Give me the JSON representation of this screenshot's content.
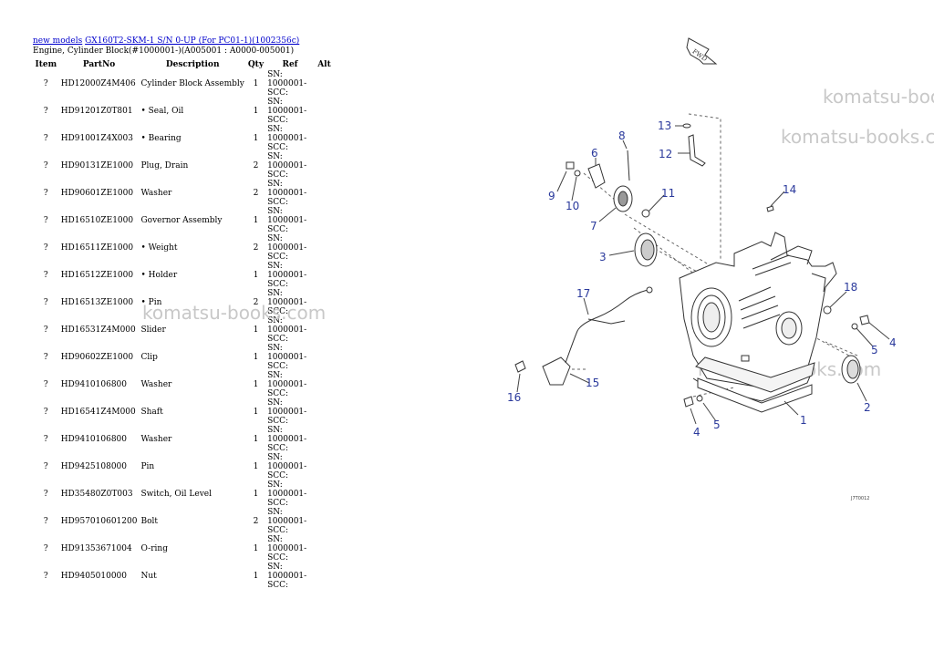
{
  "breadcrumb": {
    "root": "new models",
    "model": "GX160T2-SKM-1 S/N 0-UP (For PC01-1)(1002356c)"
  },
  "subtitle": "Engine, Cylinder Block(#1000001-)(A005001 : A0000-005001)",
  "table": {
    "headers": [
      "Item",
      "PartNo",
      "Description",
      "Qty",
      "Ref",
      "Alt"
    ],
    "rows": [
      {
        "item": "?",
        "part": "HD12000Z4M406",
        "desc": "Cylinder Block Assembly",
        "qty": "1",
        "ref": "SN: 1000001-SCC:"
      },
      {
        "item": "?",
        "part": "HD91201Z0T801",
        "desc": "• Seal, Oil",
        "qty": "1",
        "ref": "SN: 1000001-SCC:"
      },
      {
        "item": "?",
        "part": "HD91001Z4X003",
        "desc": "• Bearing",
        "qty": "1",
        "ref": "SN: 1000001-SCC:"
      },
      {
        "item": "?",
        "part": "HD90131ZE1000",
        "desc": "Plug, Drain",
        "qty": "2",
        "ref": "SN: 1000001-SCC:"
      },
      {
        "item": "?",
        "part": "HD90601ZE1000",
        "desc": "Washer",
        "qty": "2",
        "ref": "SN: 1000001-SCC:"
      },
      {
        "item": "?",
        "part": "HD16510ZE1000",
        "desc": "Governor Assembly",
        "qty": "1",
        "ref": "SN: 1000001-SCC:"
      },
      {
        "item": "?",
        "part": "HD16511ZE1000",
        "desc": "• Weight",
        "qty": "2",
        "ref": "SN: 1000001-SCC:"
      },
      {
        "item": "?",
        "part": "HD16512ZE1000",
        "desc": "• Holder",
        "qty": "1",
        "ref": "SN: 1000001-SCC:"
      },
      {
        "item": "?",
        "part": "HD16513ZE1000",
        "desc": "• Pin",
        "qty": "2",
        "ref": "SN: 1000001-SCC:"
      },
      {
        "item": "?",
        "part": "HD16531Z4M000",
        "desc": "Slider",
        "qty": "1",
        "ref": "SN: 1000001-SCC:"
      },
      {
        "item": "?",
        "part": "HD90602ZE1000",
        "desc": "Clip",
        "qty": "1",
        "ref": "SN: 1000001-SCC:"
      },
      {
        "item": "?",
        "part": "HD9410106800",
        "desc": "Washer",
        "qty": "1",
        "ref": "SN: 1000001-SCC:"
      },
      {
        "item": "?",
        "part": "HD16541Z4M000",
        "desc": "Shaft",
        "qty": "1",
        "ref": "SN: 1000001-SCC:"
      },
      {
        "item": "?",
        "part": "HD9410106800",
        "desc": "Washer",
        "qty": "1",
        "ref": "SN: 1000001-SCC:"
      },
      {
        "item": "?",
        "part": "HD9425108000",
        "desc": "Pin",
        "qty": "1",
        "ref": "SN: 1000001-SCC:"
      },
      {
        "item": "?",
        "part": "HD35480Z0T003",
        "desc": "Switch, Oil Level",
        "qty": "1",
        "ref": "SN: 1000001-SCC:"
      },
      {
        "item": "?",
        "part": "HD957010601200",
        "desc": "Bolt",
        "qty": "2",
        "ref": "SN: 1000001-SCC:"
      },
      {
        "item": "?",
        "part": "HD91353671004",
        "desc": "O-ring",
        "qty": "1",
        "ref": "SN: 1000001-SCC:"
      },
      {
        "item": "?",
        "part": "HD9405010000",
        "desc": "Nut",
        "qty": "1",
        "ref": "SN: 1000001-SCC:"
      }
    ]
  },
  "watermarks": [
    "komatsu-books.com",
    "komatsu-books.com",
    "komatsu-books.com",
    "komatsu-books.com"
  ],
  "diagram": {
    "callouts": [
      "1",
      "2",
      "3",
      "4",
      "4",
      "5",
      "5",
      "6",
      "7",
      "8",
      "9",
      "10",
      "11",
      "12",
      "13",
      "14",
      "15",
      "16",
      "17",
      "18"
    ],
    "fwd_label": "FWD",
    "drawing_code": "J7T0012",
    "callout_color": "#2b3a9c"
  }
}
